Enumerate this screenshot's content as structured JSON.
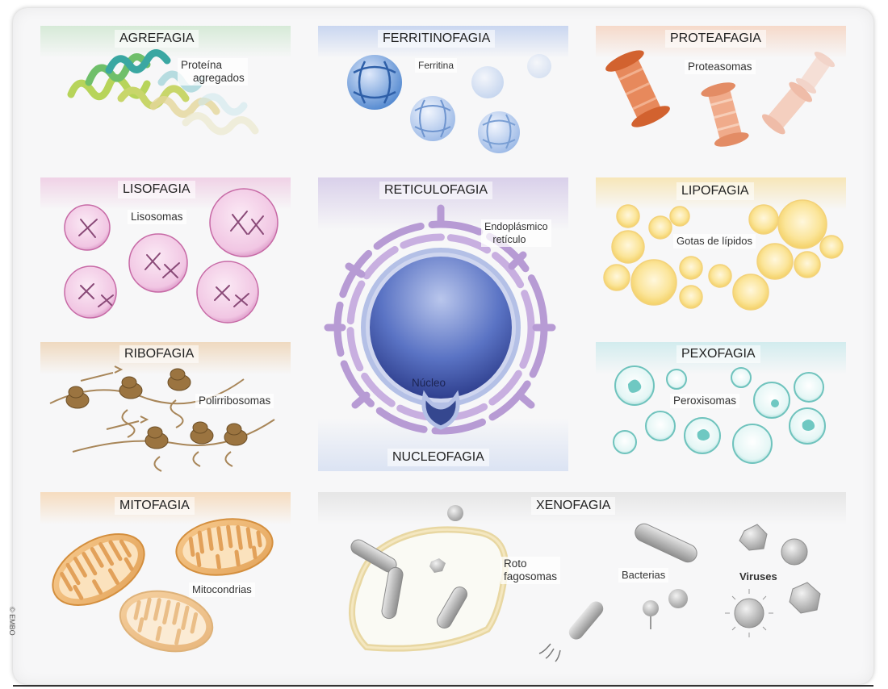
{
  "panels": {
    "agrefagia": {
      "title": "AGREFAGIA",
      "label": "Proteína\n    agregados"
    },
    "ferritinofagia": {
      "title": "FERRITINOFAGIA",
      "label": "Ferritina"
    },
    "proteafagia": {
      "title": "PROTEAFAGIA",
      "label": "Proteasomas"
    },
    "lisofagia": {
      "title": "LISOFAGIA",
      "label": "Lisosomas"
    },
    "reticulofagia": {
      "title": "RETICULOFAGIA",
      "label": "Endoplásmico\n   retículo",
      "nucleus_label": "Núcleo",
      "bottom_title": "NUCLEOFAGIA"
    },
    "lipofagia": {
      "title": "LIPOFAGIA",
      "label": "Gotas de lípidos"
    },
    "ribofagia": {
      "title": "RIBOFAGIA",
      "label": "Polirribosomas"
    },
    "pexofagia": {
      "title": "PEXOFAGIA",
      "label": "Peroxisomas"
    },
    "mitofagia": {
      "title": "MITOFAGIA",
      "label": "Mitocondrias"
    },
    "xenofagia": {
      "title": "XENOFAGIA",
      "label_phago": "Roto\nfagosomas",
      "label_bacteria": "Bacterias",
      "label_viruses": "Viruses"
    }
  },
  "watermark": "© EMBO",
  "colors": {
    "agrefagia_band": "#d6ead7",
    "ferritinofagia_band": "#c9d6f0",
    "proteafagia_band": "#f6d9c9",
    "lisofagia_band": "#f0d2e6",
    "reticulofagia_band": "#d9d0ea",
    "lipofagia_band": "#f7e6b8",
    "ribofagia_band": "#efd9bf",
    "pexofagia_band": "#d2ecee",
    "mitofagia_band": "#f6dcbf",
    "xenofagia_band": "#e6e6e6"
  }
}
